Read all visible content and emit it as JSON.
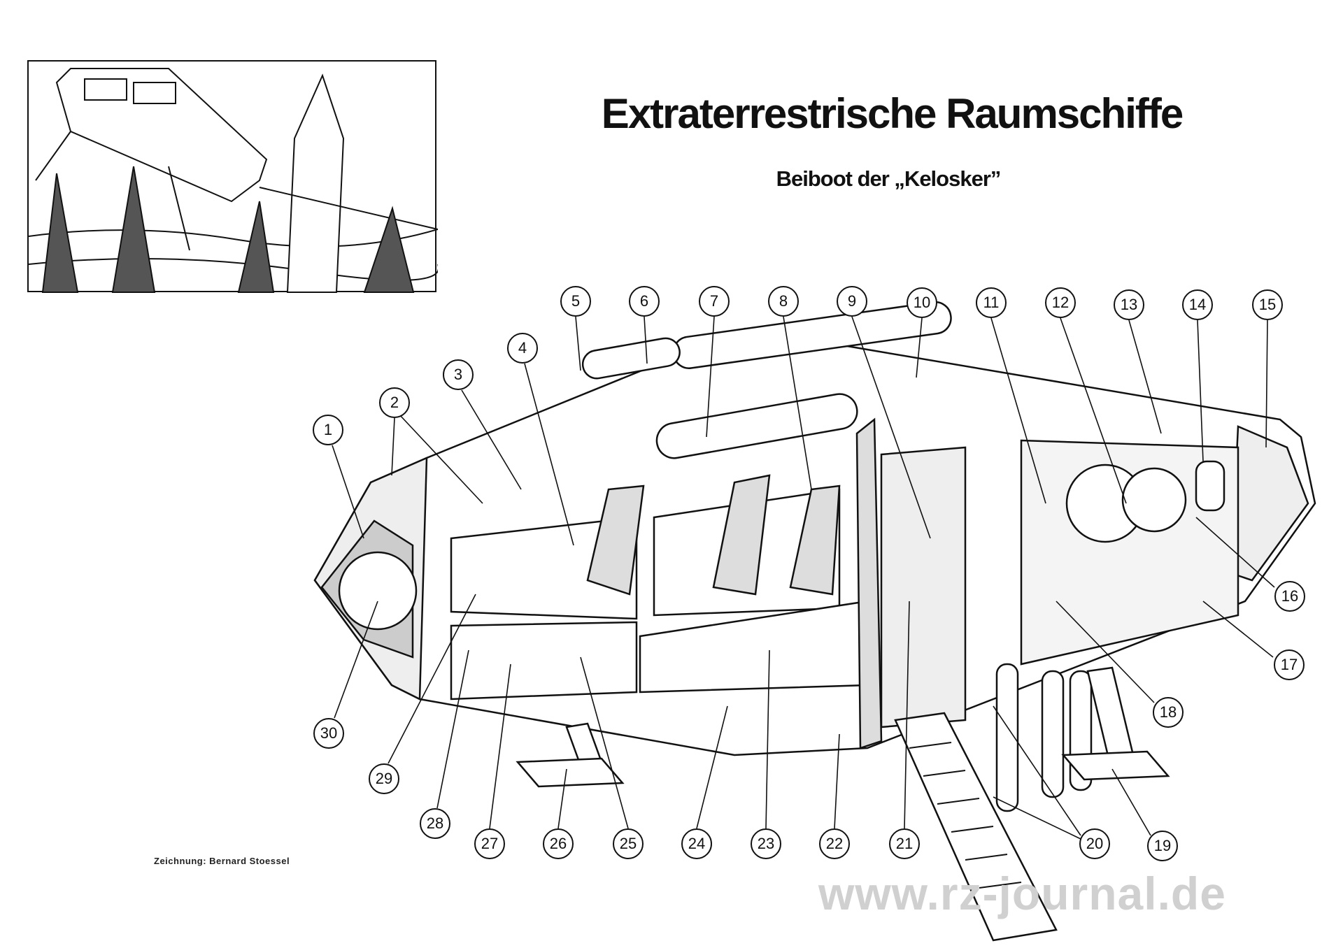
{
  "title": "Extraterrestrische Raumschiffe",
  "subtitle": "Beiboot der „Kelosker”",
  "credit": "Zeichnung: Bernard Stoessel",
  "watermark": "www.rz-journal.de",
  "callouts": [
    {
      "id": "c1",
      "label": "1"
    },
    {
      "id": "c2",
      "label": "2"
    },
    {
      "id": "c3",
      "label": "3"
    },
    {
      "id": "c4",
      "label": "4"
    },
    {
      "id": "c5",
      "label": "5"
    },
    {
      "id": "c6",
      "label": "6"
    },
    {
      "id": "c7",
      "label": "7"
    },
    {
      "id": "c8",
      "label": "8"
    },
    {
      "id": "c9",
      "label": "9"
    },
    {
      "id": "c10",
      "label": "10"
    },
    {
      "id": "c11",
      "label": "11"
    },
    {
      "id": "c12",
      "label": "12"
    },
    {
      "id": "c13",
      "label": "13"
    },
    {
      "id": "c14",
      "label": "14"
    },
    {
      "id": "c15",
      "label": "15"
    },
    {
      "id": "c16",
      "label": "16"
    },
    {
      "id": "c17",
      "label": "17"
    },
    {
      "id": "c18",
      "label": "18"
    },
    {
      "id": "c19",
      "label": "19"
    },
    {
      "id": "c20",
      "label": "20"
    },
    {
      "id": "c21",
      "label": "21"
    },
    {
      "id": "c22",
      "label": "22"
    },
    {
      "id": "c23",
      "label": "23"
    },
    {
      "id": "c24",
      "label": "24"
    },
    {
      "id": "c25",
      "label": "25"
    },
    {
      "id": "c26",
      "label": "26"
    },
    {
      "id": "c27",
      "label": "27"
    },
    {
      "id": "c28",
      "label": "28"
    },
    {
      "id": "c29",
      "label": "29"
    },
    {
      "id": "c30",
      "label": "30"
    }
  ]
}
